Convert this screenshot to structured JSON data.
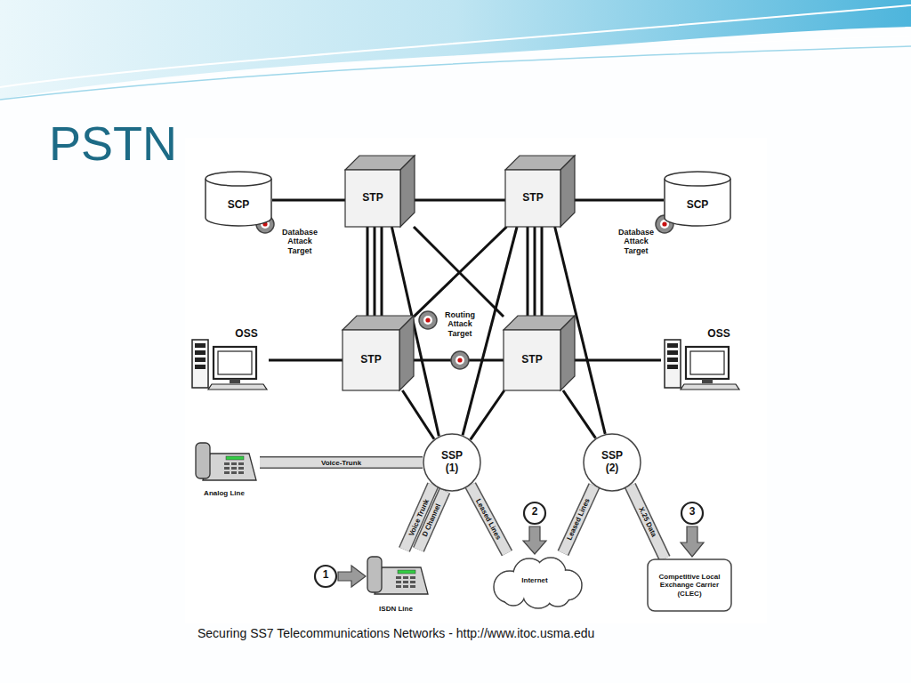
{
  "diagram": {
    "title": "PSTN",
    "caption": "Securing SS7 Telecommunications Networks - http://www.itoc.usma.edu",
    "nodes": [
      {
        "text": [
          "SCP"
        ]
      },
      {
        "text": [
          "STP"
        ]
      },
      {
        "text": [
          "STP"
        ]
      },
      {
        "text": [
          "SCP"
        ]
      },
      {
        "text": [
          "OSS"
        ]
      },
      {
        "text": [
          "STP"
        ]
      },
      {
        "text": [
          "STP"
        ]
      },
      {
        "text": [
          "OSS"
        ]
      },
      {
        "text": [
          "Analog Line"
        ]
      },
      {
        "text": [
          "SSP (1)"
        ]
      },
      {
        "text": [
          "SSP (2)"
        ]
      },
      {
        "text": [
          "ISDN Line"
        ]
      },
      {
        "text": [
          "Internet"
        ]
      },
      {
        "text": [
          "Competitive Local Exchange Carrier (CLEC)"
        ]
      }
    ],
    "edges": [
      {
        "from": 0,
        "to": 1,
        "arrow": "none"
      },
      {
        "from": 1,
        "to": 2,
        "arrow": "none"
      },
      {
        "from": 2,
        "to": 3,
        "arrow": "none"
      },
      {
        "from": 4,
        "to": 5,
        "arrow": "none"
      },
      {
        "from": 5,
        "to": 6,
        "arrow": "none"
      },
      {
        "from": 6,
        "to": 7,
        "arrow": "none"
      },
      {
        "from": 1,
        "to": 5,
        "arrow": "none"
      },
      {
        "from": 1,
        "to": 5,
        "arrow": "none"
      },
      {
        "from": 1,
        "to": 5,
        "arrow": "none"
      },
      {
        "from": 2,
        "to": 6,
        "arrow": "none"
      },
      {
        "from": 2,
        "to": 6,
        "arrow": "none"
      },
      {
        "from": 2,
        "to": 6,
        "arrow": "none"
      },
      {
        "from": 1,
        "to": 6,
        "arrow": "none"
      },
      {
        "from": 2,
        "to": 5,
        "arrow": "none"
      },
      {
        "from": 1,
        "to": 9,
        "arrow": "none"
      },
      {
        "from": 2,
        "to": 9,
        "arrow": "none"
      },
      {
        "from": 2,
        "to": 10,
        "arrow": "none"
      },
      {
        "from": 5,
        "to": 9,
        "arrow": "none"
      },
      {
        "from": 6,
        "to": 9,
        "arrow": "none"
      },
      {
        "from": 6,
        "to": 10,
        "arrow": "none"
      },
      {
        "from": 8,
        "to": 9,
        "label": "Voice-Trunk",
        "arrow": "none"
      },
      {
        "from": 9,
        "to": 11,
        "label": "Voice Trunk",
        "arrow": "none"
      },
      {
        "from": 9,
        "to": 11,
        "label": "D Channel",
        "arrow": "none"
      },
      {
        "from": 9,
        "to": 12,
        "label": "Leased Lines",
        "arrow": "none"
      },
      {
        "from": 10,
        "to": 12,
        "label": "Leased Lines",
        "arrow": "none"
      },
      {
        "from": 10,
        "to": 13,
        "label": "X.25 Data",
        "arrow": "none"
      }
    ],
    "labels": [
      "Database Attack Target",
      "Routing Attack Target",
      "Database Attack Target",
      "1",
      "2",
      "3"
    ]
  }
}
